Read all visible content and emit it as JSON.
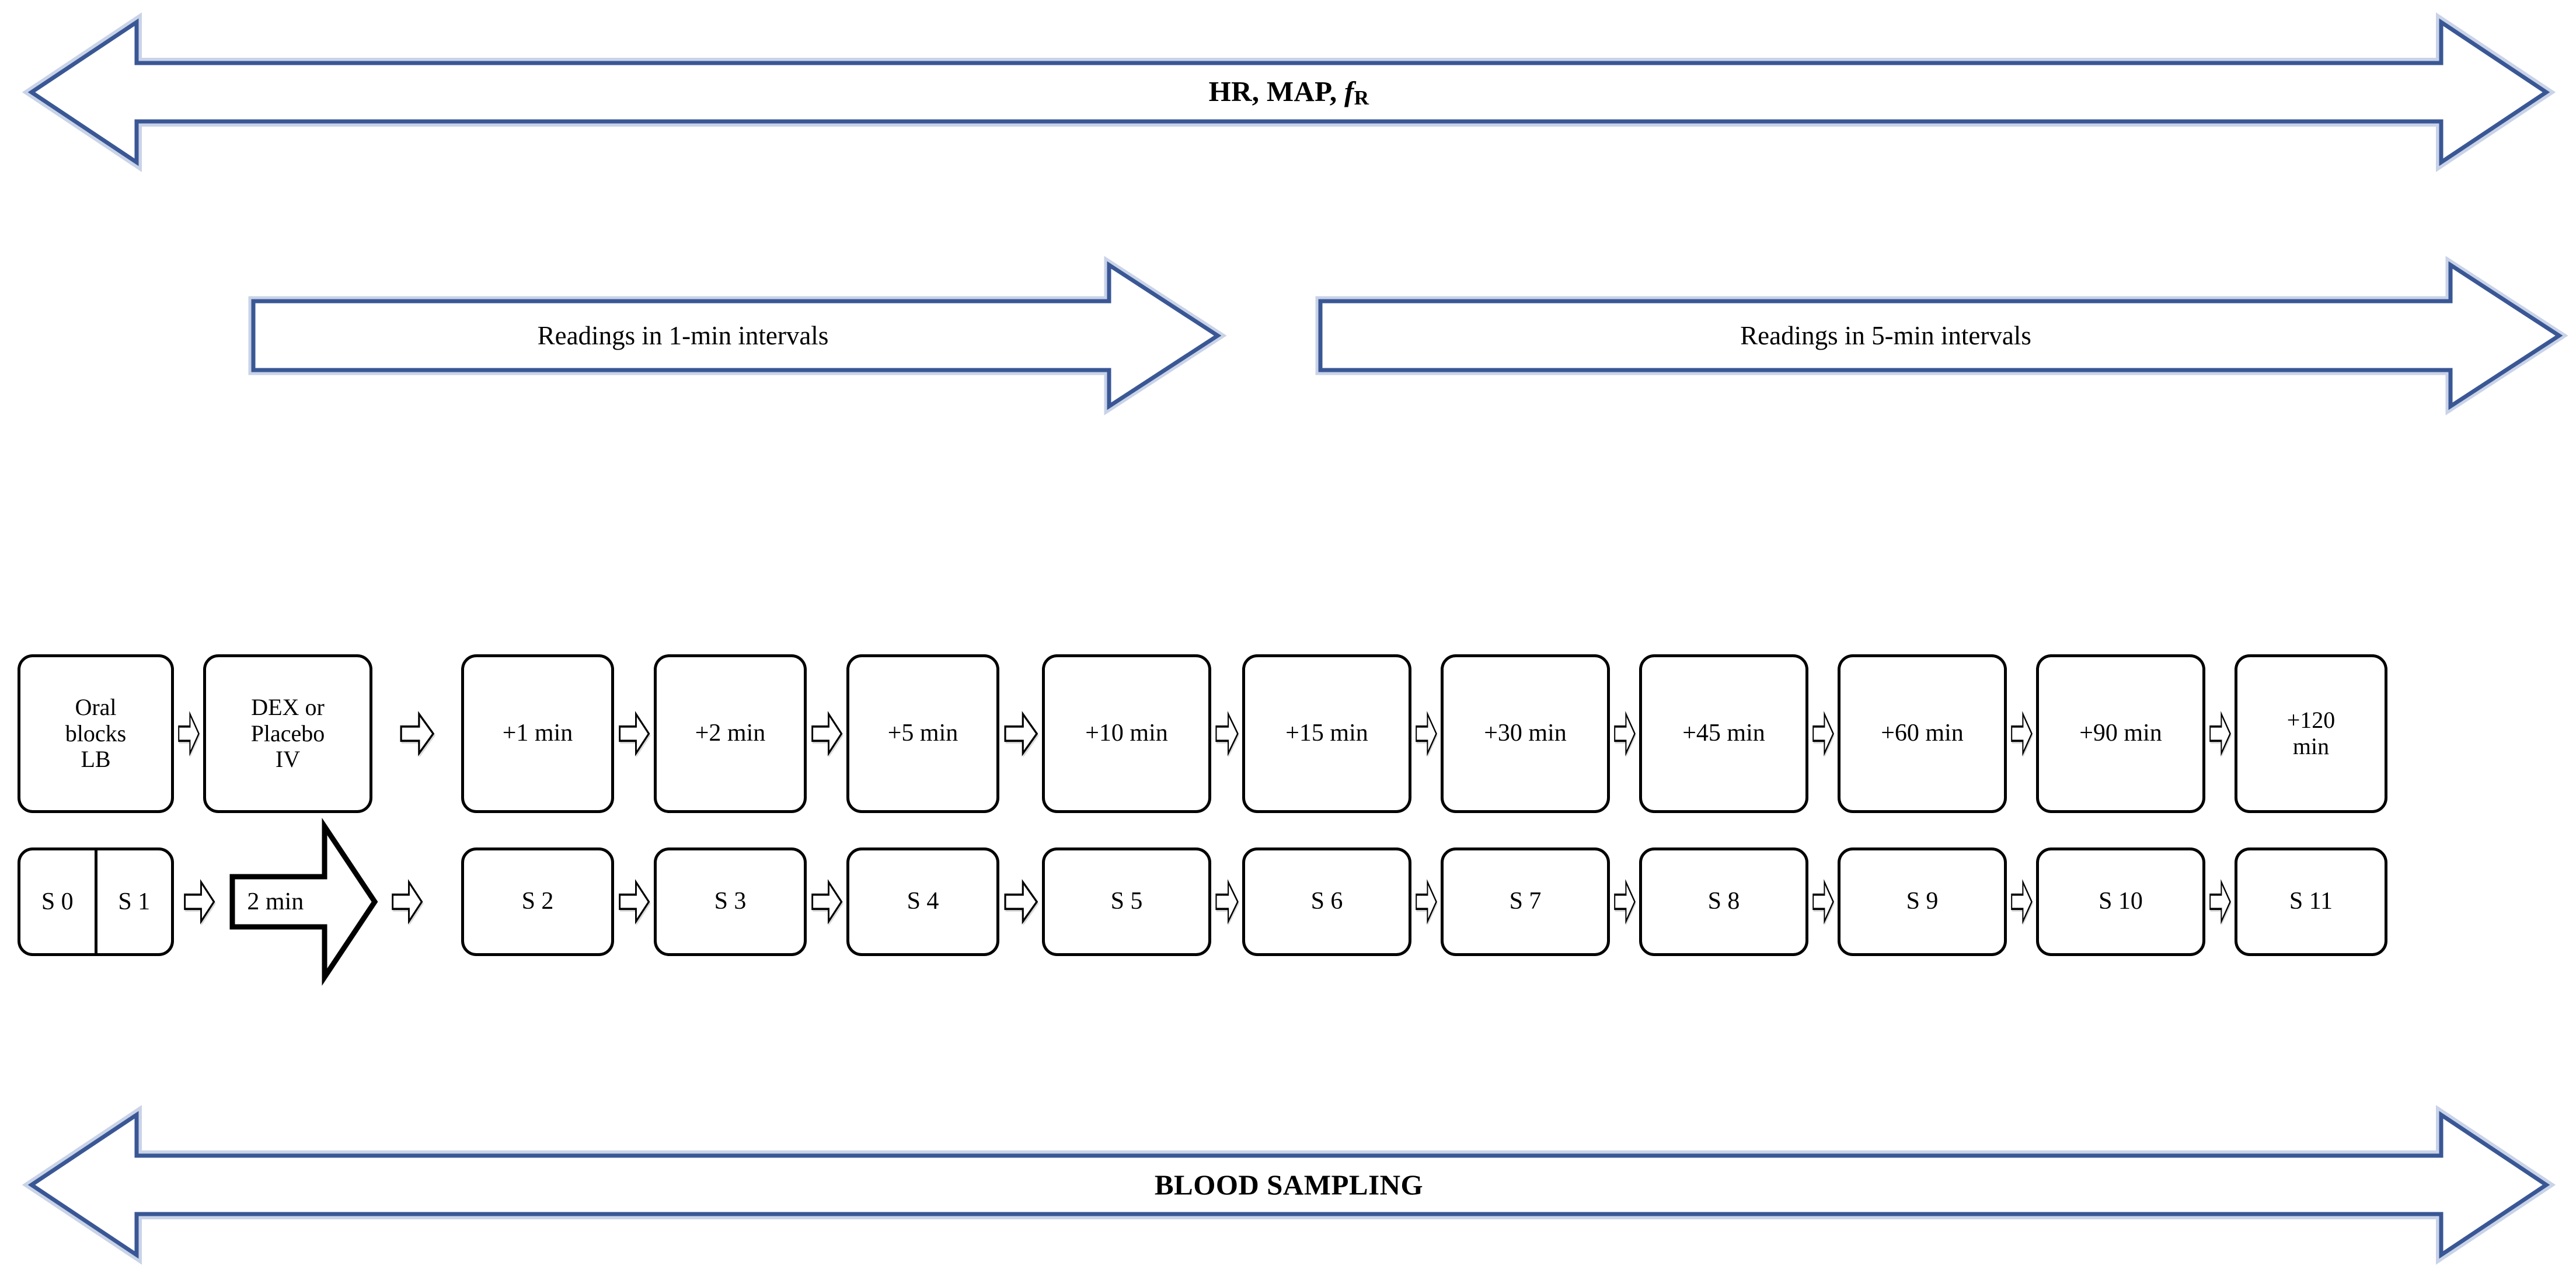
{
  "colors": {
    "arrow_blue_stroke": "#3A5795",
    "arrow_blue_light": "#C9D3E8",
    "box_border": "#000000",
    "background": "#FFFFFF"
  },
  "banners": {
    "monitoring": {
      "label_plain": "HR, MAP, fR",
      "label_parts": {
        "prefix": "HR, MAP, ",
        "italic": "f",
        "subscript": "R"
      },
      "style": "double-headed",
      "bold": true
    },
    "readings_1min": {
      "label": "Readings in 1-min intervals",
      "style": "right-headed",
      "bold": false
    },
    "readings_5min": {
      "label": "Readings in 5-min intervals",
      "style": "right-headed",
      "bold": false
    },
    "blood_sampling": {
      "label": "BLOOD SAMPLING",
      "style": "double-headed",
      "bold": true
    }
  },
  "timeline_row": {
    "name": "timepoint-row",
    "boxes": [
      {
        "id": "oral-blocks-lb",
        "lines": [
          "Oral",
          "blocks",
          "LB"
        ]
      },
      {
        "id": "dex-or-placebo",
        "lines": [
          "DEX or",
          "Placebo",
          "IV"
        ]
      },
      {
        "id": "t-plus-1-min",
        "lines": [
          "+1 min"
        ]
      },
      {
        "id": "t-plus-2-min",
        "lines": [
          "+2 min"
        ]
      },
      {
        "id": "t-plus-5-min",
        "lines": [
          "+5 min"
        ]
      },
      {
        "id": "t-plus-10-min",
        "lines": [
          "+10 min"
        ]
      },
      {
        "id": "t-plus-15-min",
        "lines": [
          "+15 min"
        ]
      },
      {
        "id": "t-plus-30-min",
        "lines": [
          "+30 min"
        ]
      },
      {
        "id": "t-plus-45-min",
        "lines": [
          "+45 min"
        ]
      },
      {
        "id": "t-plus-60-min",
        "lines": [
          "+60 min"
        ]
      },
      {
        "id": "t-plus-90-min",
        "lines": [
          "+90 min"
        ]
      },
      {
        "id": "t-plus-120-min",
        "lines": [
          "+120",
          "min"
        ]
      }
    ]
  },
  "sample_row": {
    "name": "blood-sample-row",
    "split_box": {
      "id": "s0-s1",
      "left": "S 0",
      "right": "S 1"
    },
    "interval_arrow": {
      "id": "two-min-arrow",
      "label": "2 min"
    },
    "boxes": [
      {
        "id": "s2",
        "label": "S 2"
      },
      {
        "id": "s3",
        "label": "S 3"
      },
      {
        "id": "s4",
        "label": "S 4"
      },
      {
        "id": "s5",
        "label": "S 5"
      },
      {
        "id": "s6",
        "label": "S 6"
      },
      {
        "id": "s7",
        "label": "S 7"
      },
      {
        "id": "s8",
        "label": "S 8"
      },
      {
        "id": "s9",
        "label": "S 9"
      },
      {
        "id": "s10",
        "label": "S 10"
      },
      {
        "id": "s11",
        "label": "S 11"
      }
    ]
  }
}
